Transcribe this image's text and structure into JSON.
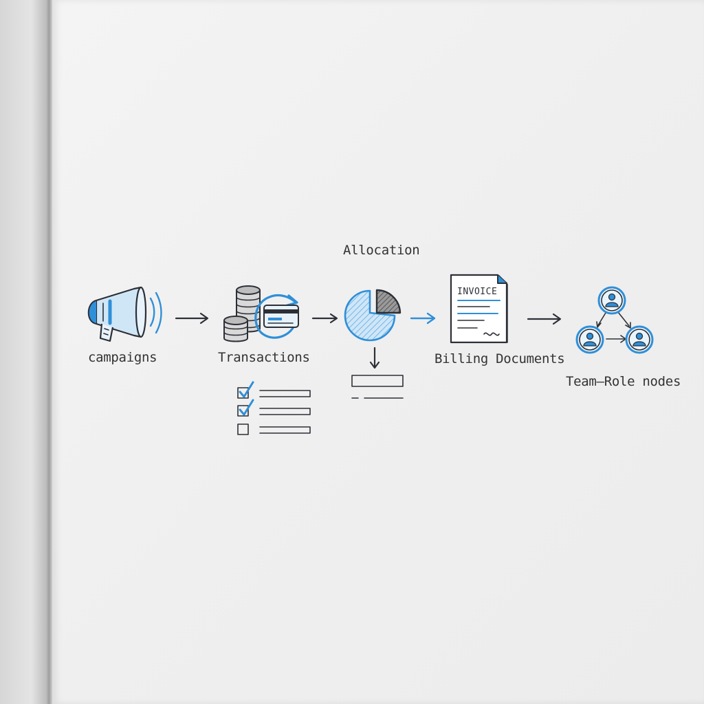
{
  "diagram": {
    "nodes": [
      {
        "id": "campaigns",
        "label": "campaigns",
        "icon": "megaphone-icon"
      },
      {
        "id": "transactions",
        "label": "Transactions",
        "icon": "coins-card-icon"
      },
      {
        "id": "allocation",
        "label": "Allocation",
        "icon": "pie-chart-icon"
      },
      {
        "id": "billing",
        "label": "Billing Documents",
        "icon": "invoice-document-icon"
      },
      {
        "id": "team",
        "label": "Team–Role nodes",
        "icon": "team-network-icon"
      }
    ],
    "invoice_text": "INVOICE",
    "colors": {
      "accent": "#2f8fd8",
      "ink": "#2c2f36",
      "paper": "#f1f1f1"
    }
  }
}
